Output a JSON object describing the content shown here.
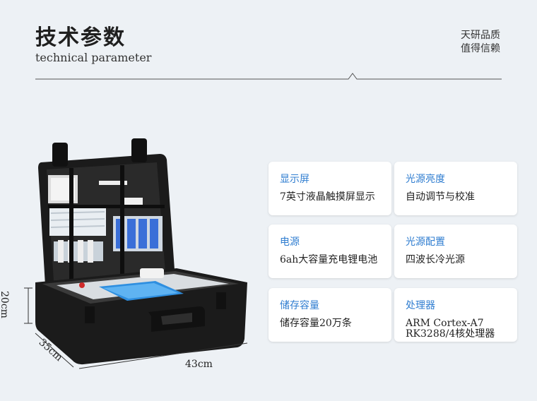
{
  "header": {
    "title": "技术参数",
    "subtitle": "technical parameter",
    "slogan_line1": "天研品质",
    "slogan_line2": "值得信赖"
  },
  "dimensions": {
    "height": "20cm",
    "depth": "35cm",
    "width": "43cm"
  },
  "specs": [
    {
      "label": "显示屏",
      "value": "7英寸液晶触摸屏显示"
    },
    {
      "label": "光源亮度",
      "value": "自动调节与校准"
    },
    {
      "label": "电源",
      "value": "6ah大容量充电锂电池"
    },
    {
      "label": "光源配置",
      "value": "四波长冷光源"
    },
    {
      "label": "储存容量",
      "value": "储存容量20万条"
    },
    {
      "label": "处理器",
      "value": "ARM Cortex-A7",
      "value2": "RK3288/4核处理器"
    }
  ],
  "colors": {
    "background": "#edf1f5",
    "accent": "#2f7dd0",
    "case": "#1b1b1b"
  }
}
